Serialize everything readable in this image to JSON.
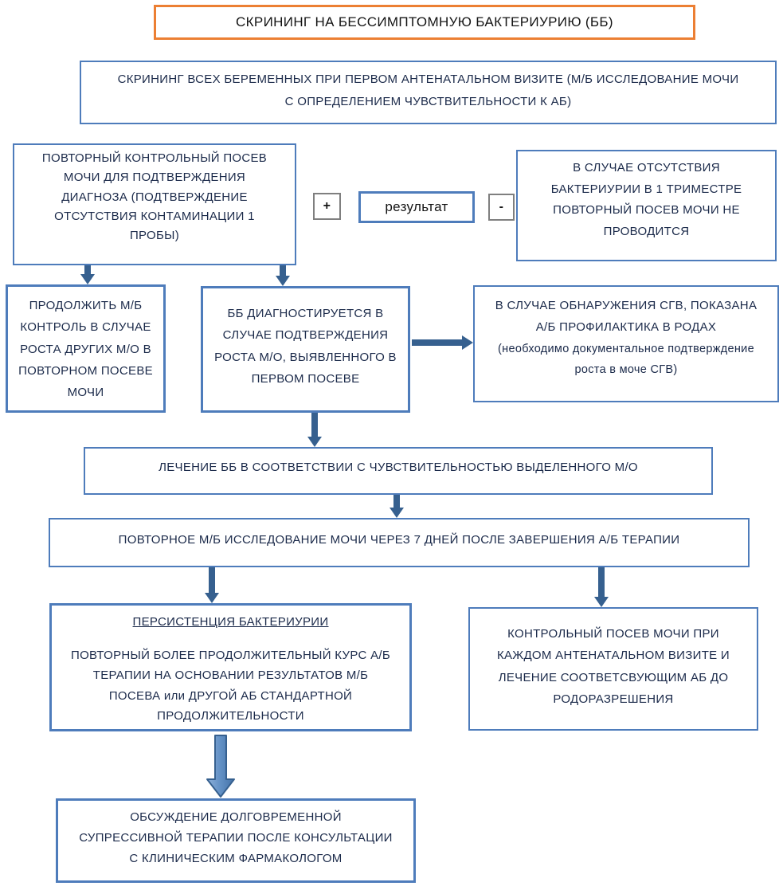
{
  "colors": {
    "box_border": "#4e7cbb",
    "title_border": "#ec7f33",
    "arrow": "#36608f",
    "block_arrow_fill_light": "#8fb0d9",
    "block_arrow_fill_dark": "#4472a8",
    "text": "#1b2a4a"
  },
  "title": {
    "text": "СКРИНИНГ НА БЕССИМПТОМНУЮ БАКТЕРИУРИЮ (ББ)"
  },
  "flow": {
    "screening_all": "СКРИНИНГ ВСЕХ БЕРЕМЕННЫХ ПРИ ПЕРВОМ АНТЕНАТАЛЬНОМ ВИЗИТЕ (М/Б ИССЛЕДОВАНИЕ МОЧИ С ОПРЕДЕЛЕНИЕМ ЧУВСТВИТЕЛЬНОСТИ К АБ)",
    "repeat_culture": "ПОВТОРНЫЙ КОНТРОЛЬНЫЙ ПОСЕВ МОЧИ ДЛЯ ПОДТВЕРЖДЕНИЯ ДИАГНОЗА (ПОДТВЕРЖДЕНИЕ ОТСУТСТВИЯ КОНТАМИНАЦИИ 1 ПРОБЫ)",
    "plus_label": "+",
    "result_label": "результат",
    "minus_label": "-",
    "no_bacteriuria": "В СЛУЧАЕ ОТСУТСТВИЯ БАКТЕРИУРИИ В 1 ТРИМЕСТРЕ ПОВТОРНЫЙ ПОСЕВ МОЧИ НЕ ПРОВОДИТСЯ",
    "continue_control": "ПРОДОЛЖИТЬ М/Б КОНТРОЛЬ В СЛУЧАЕ РОСТА ДРУГИХ М/О В ПОВТОРНОМ ПОСЕВЕ МОЧИ",
    "bb_diagnosed": "ББ ДИАГНОСТИРУЕТСЯ В СЛУЧАЕ ПОДТВЕРЖДЕНИЯ РОСТА М/О, ВЫЯВЛЕННОГО В ПЕРВОМ ПОСЕВЕ",
    "sgv_main": "В СЛУЧАЕ ОБНАРУЖЕНИЯ СГВ, ПОКАЗАНА А/Б ПРОФИЛАКТИКА В РОДАХ",
    "sgv_note": "(необходимо документальное подтверждение роста в моче СГВ)",
    "treatment": "ЛЕЧЕНИЕ ББ В СООТВЕТСТВИИ С ЧУВСТВИТЕЛЬНОСТЬЮ ВЫДЕЛЕННОГО М/О",
    "repeat_exam": "ПОВТОРНОЕ М/Б ИССЛЕДОВАНИЕ МОЧИ ЧЕРЕЗ 7 ДНЕЙ ПОСЛЕ ЗАВЕРШЕНИЯ А/Б ТЕРАПИИ",
    "persistence_heading": "ПЕРСИСТЕНЦИЯ БАКТЕРИУРИИ",
    "persistence_body": "ПОВТОРНЫЙ БОЛЕЕ ПРОДОЛЖИТЕЛЬНЫЙ КУРС А/Б ТЕРАПИИ НА ОСНОВАНИИ РЕЗУЛЬТАТОВ М/Б ПОСЕВА или ДРУГОЙ АБ СТАНДАРТНОЙ ПРОДОЛЖИТЕЛЬНОСТИ",
    "control_culture": "КОНТРОЛЬНЫЙ ПОСЕВ МОЧИ ПРИ КАЖДОМ АНТЕНАТАЛЬНОМ ВИЗИТЕ И ЛЕЧЕНИЕ СООТВЕТСВУЮЩИМ АБ ДО РОДОРАЗРЕШЕНИЯ",
    "suppressive": "ОБСУЖДЕНИЕ ДОЛГОВРЕМЕННОЙ СУПРЕССИВНОЙ ТЕРАПИИ ПОСЛЕ КОНСУЛЬТАЦИИ С КЛИНИЧЕСКИМ ФАРМАКОЛОГОМ"
  }
}
